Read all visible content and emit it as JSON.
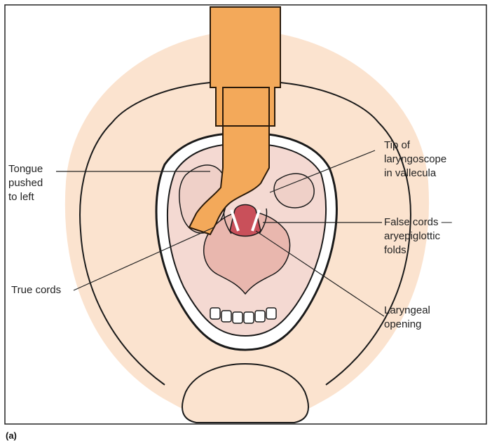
{
  "figure": {
    "panel_label": "(a)",
    "labels": {
      "tongue": "Tongue\npushed\nto left",
      "tip": "Tip of\nlaryngoscope\nin vallecula",
      "false_cords": "False cords —\naryepiglottic\nfolds",
      "true_cords": "True cords",
      "laryngeal_opening": "Laryngeal\nopening"
    }
  },
  "colors": {
    "skin": "#fbe3cf",
    "skin_outline": "#1a1a1a",
    "mouth_inner": "#f4d9d2",
    "pharynx": "#e9b7ae",
    "tongue": "#efd0c8",
    "blade": "#f3a95a",
    "blade_outline": "#2a1a0a",
    "frame": "#222222"
  }
}
